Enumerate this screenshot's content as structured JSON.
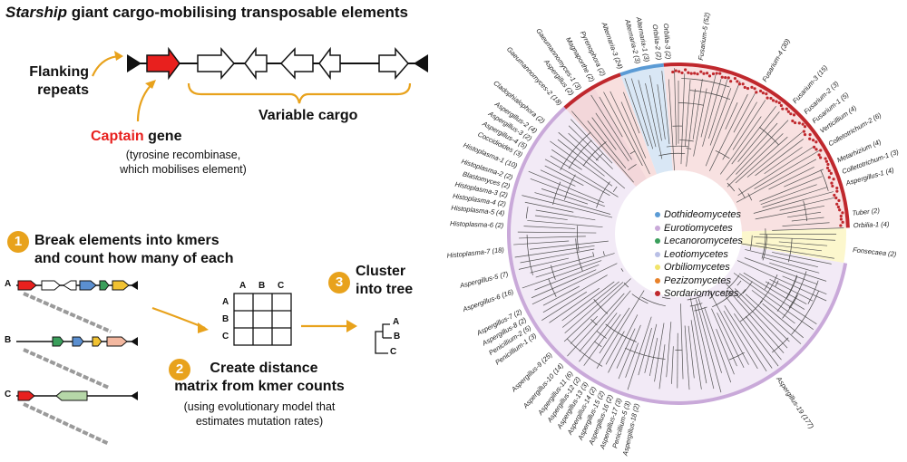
{
  "title": {
    "italic": "Starship",
    "rest": " giant cargo-mobilising transposable elements"
  },
  "element_labels": {
    "flanking_repeats": [
      "Flanking",
      "repeats"
    ],
    "variable_cargo": "Variable cargo",
    "captain_red": "Captain",
    "captain_rest": " gene",
    "captain_note": [
      "(tyrosine recombinase,",
      "which mobilises element)"
    ]
  },
  "steps": [
    {
      "number": "1",
      "lines": [
        "Break elements into kmers",
        "and count how many of each"
      ]
    },
    {
      "number": "2",
      "lines": [
        "Create distance",
        "matrix from kmer counts"
      ],
      "note": [
        "(using evolutionary model that",
        "estimates mutation rates)"
      ]
    },
    {
      "number": "3",
      "lines": [
        "Cluster",
        "into tree"
      ]
    }
  ],
  "element_rows": [
    "A",
    "B",
    "C"
  ],
  "matrix": {
    "cols": [
      "A",
      "B",
      "C"
    ],
    "rows": [
      "A",
      "B",
      "C"
    ]
  },
  "tree_leaves": [
    "A",
    "B",
    "C"
  ],
  "legend": [
    {
      "name": "Dothideomycetes",
      "color": "#5b9bd5"
    },
    {
      "name": "Eurotiomycetes",
      "color": "#c9a9d9"
    },
    {
      "name": "Lecanoromycetes",
      "color": "#3a9e5b"
    },
    {
      "name": "Leotiomycetes",
      "color": "#b9bfe6"
    },
    {
      "name": "Orbiliomycetes",
      "color": "#f1e46a"
    },
    {
      "name": "Pezizomycetes",
      "color": "#e8822a"
    },
    {
      "name": "Sordariomycetes",
      "color": "#c0282d"
    }
  ],
  "colors": {
    "captain": "#e8201e",
    "accent": "#e8a21c",
    "sordario_fill": "#f3c9c8",
    "dothideo_fill": "#cfe1f3",
    "eurotio_fill": "#eadcf0"
  },
  "clade_labels": [
    "Fusarium-5 (52)",
    "Fusarium-4 (30)",
    "Fusarium-3 (15)",
    "Fusarium-2 (3)",
    "Fusarium-1 (5)",
    "Verticillium (4)",
    "Colletotrichum-2 (6)",
    "Metarhizium (4)",
    "Colletotrichum-1 (3)",
    "Aspergillus-1 (4)",
    "Tuber (2)",
    "Orbilia-1 (4)",
    "Fonsecaea (2)",
    "Aspergillus-19 (177)",
    "Aspergillus-18 (2)",
    "Penicillium-5 (3)",
    "Aspergillus-17 (3)",
    "Aspergillus-16 (2)",
    "Aspergillus-15 (2)",
    "Aspergillus-14 (2)",
    "Aspergillus-13 (3)",
    "Aspergillus-12 (2)",
    "Aspergillus-11 (6)",
    "Aspergillus-10 (14)",
    "Aspergillus-9 (25)",
    "Penicillium-1 (3)",
    "Penicillium-2 (5)",
    "Aspergillus-8 (2)",
    "Aspergillus-7 (2)",
    "Aspergillus-6 (16)",
    "Aspergillus-5 (7)",
    "Histoplasma-7 (18)",
    "Histoplasma-6 (2)",
    "Histoplasma-5 (4)",
    "Histoplasma-4 (2)",
    "Histoplasma-3 (2)",
    "Blastomyces (2)",
    "Histoplasma-2 (2)",
    "Histoplasma-1 (10)",
    "Coccidioides (3)",
    "Aspergillus-4 (5)",
    "Aspergillus-3 (2)",
    "Aspergillus-2 (4)",
    "Cladophialophora (2)",
    "Gaeumannomyces-2 (18)",
    "Aspergillus (2)",
    "Gaeumannomyces-1 (3)",
    "Magnaporthe (2)",
    "Pyrenophora (2)",
    "Alternaria-3 (24)",
    "Alternaria-2 (3)",
    "Alternaria-1 (3)",
    "Orbilia-2 (2)",
    "Orbilia-3 (2)"
  ]
}
